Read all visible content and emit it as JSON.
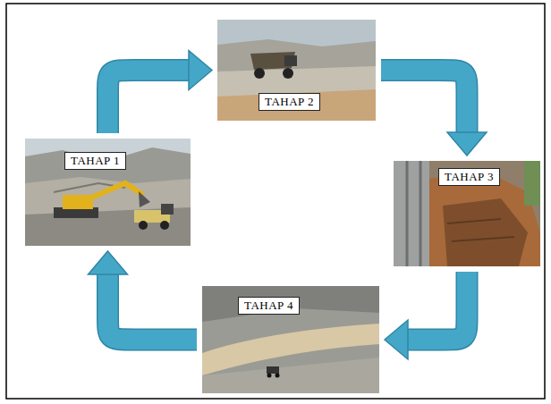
{
  "diagram": {
    "nodes": [
      {
        "text": [
          "TAHAP 1"
        ]
      },
      {
        "text": [
          "TAHAP 2"
        ]
      },
      {
        "text": [
          "TAHAP 3"
        ]
      },
      {
        "text": [
          "TAHAP 4"
        ]
      }
    ],
    "edges": [
      {
        "from": 0,
        "to": 1,
        "arrow": "to"
      },
      {
        "from": 1,
        "to": 2,
        "arrow": "to"
      },
      {
        "from": 2,
        "to": 3,
        "arrow": "to"
      },
      {
        "from": 3,
        "to": 0,
        "arrow": "to"
      }
    ]
  }
}
